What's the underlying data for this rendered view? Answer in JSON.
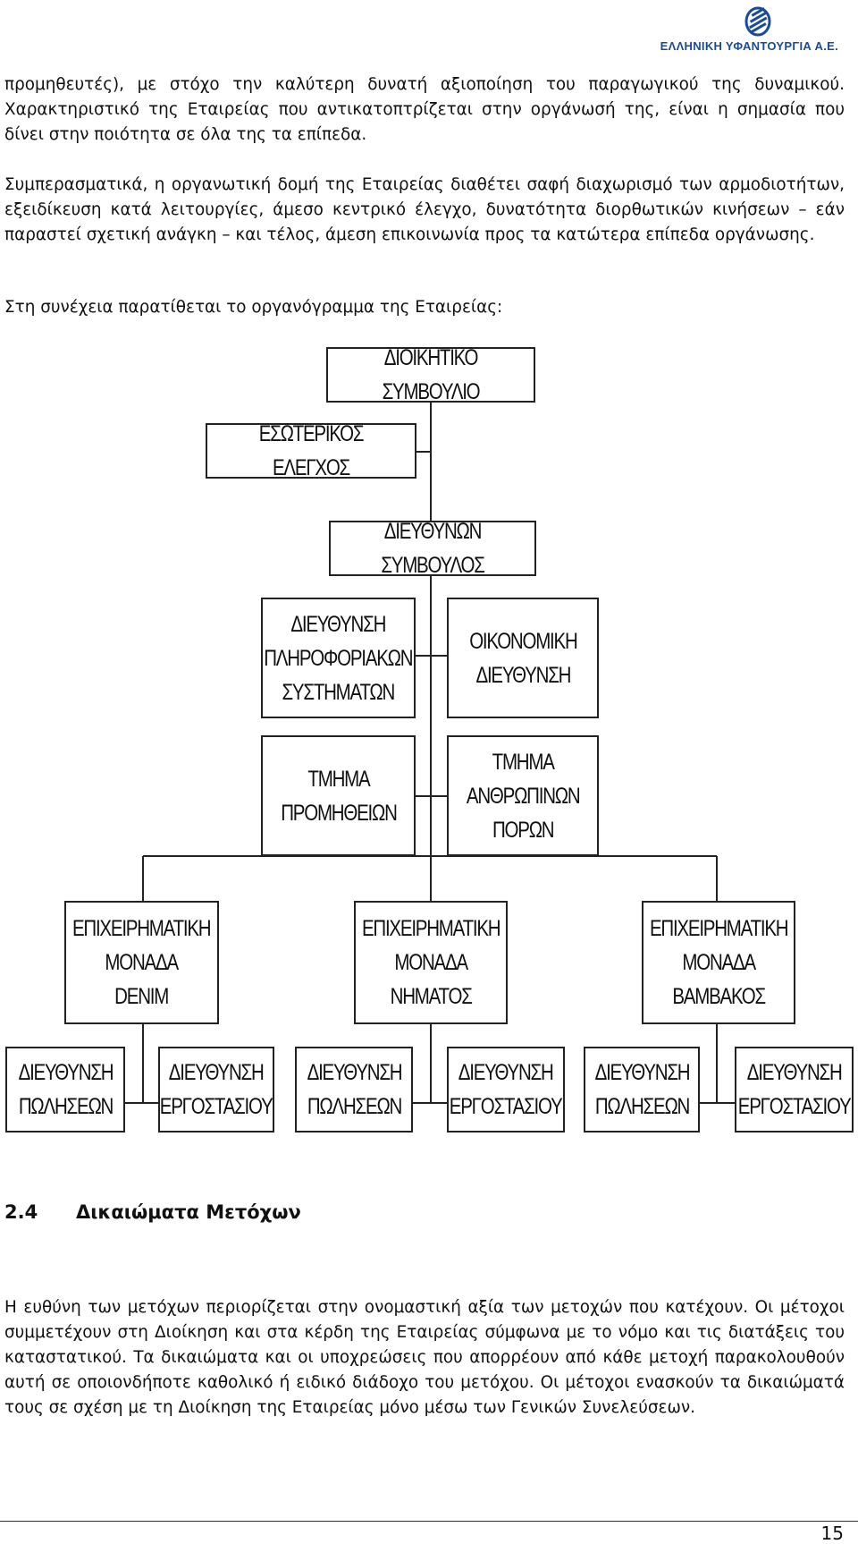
{
  "header": {
    "company": "ΕΛΛΗΝΙΚΗ ΥΦΑΝΤΟΥΡΓΙΑ Α.Ε."
  },
  "paragraphs": {
    "p1": "προμηθευτές), με στόχο την καλύτερη δυνατή αξιοποίηση του παραγωγικού της δυναμικού. Χαρακτηριστικό της Εταιρείας που αντικατοπτρίζεται στην οργάνωσή της, είναι η σημασία που δίνει στην ποιότητα σε όλα της τα επίπεδα.",
    "p2": "Συμπερασματικά, η οργανωτική δομή της Εταιρείας διαθέτει σαφή διαχωρισμό των αρμοδιοτήτων, εξειδίκευση κατά λειτουργίες, άμεσο κεντρικό έλεγχο, δυνατότητα διορθωτικών κινήσεων – εάν παραστεί σχετική ανάγκη – και τέλος, άμεση επικοινωνία προς τα κατώτερα επίπεδα οργάνωσης.",
    "p3": "Στη συνέχεια παρατίθεται το οργανόγραμμα της Εταιρείας:",
    "p4": "Η ευθύνη των μετόχων περιορίζεται στην ονομαστική αξία των μετοχών που κατέχουν. Οι μέτοχοι συμμετέχουν στη Διοίκηση και στα κέρδη της Εταιρείας σύμφωνα με το νόμο και τις διατάξεις του καταστατικού. Τα δικαιώματα και οι υποχρεώσεις που απορρέουν από κάθε μετοχή παρακολουθούν αυτή σε οποιονδήποτε καθολικό ή ειδικό διάδοχο του μετόχου. Οι μέτοχοι ενασκούν τα δικαιώματά τους σε σχέση με τη Διοίκηση της Εταιρείας μόνο μέσω των Γενικών Συνελεύσεων."
  },
  "org_chart": {
    "board": "ΔΙΟΙΚΗΤΙΚΟ ΣΥΜΒΟΥΛΙΟ",
    "internal_audit": "ΕΣΩΤΕΡΙΚΟΣ ΕΛΕΓΧΟΣ",
    "ceo": "ΔΙΕΥΘΥΝΩΝ ΣΥΜΒΟΥΛΟΣ",
    "it": "ΔΙΕΥΘΥΝΣΗ\nΠΛΗΡΟΦΟΡΙΑΚΩΝ\nΣΥΣΤΗΜΑΤΩΝ",
    "finance": "ΟΙΚΟΝΟΜΙΚΗ\nΔΙΕΥΘΥΝΣΗ",
    "procurement": "ΤΜΗΜΑ\nΠΡΟΜΗΘΕΙΩΝ",
    "hr": "ΤΜΗΜΑ\nΑΝΘΡΩΠΙΝΩΝ\nΠΟΡΩΝ",
    "unit_denim": "ΕΠΙΧΕΙΡΗΜΑΤΙΚΗ\nΜΟΝΑΔΑ\nDENIM",
    "unit_yarn": "ΕΠΙΧΕΙΡΗΜΑΤΙΚΗ\nΜΟΝΑΔΑ\nΝΗΜΑΤΟΣ",
    "unit_cotton": "ΕΠΙΧΕΙΡΗΜΑΤΙΚΗ\nΜΟΝΑΔΑ\nΒΑΜΒΑΚΟΣ",
    "denim_sales": "ΔΙΕΥΘΥΝΣΗ\nΠΩΛΗΣΕΩΝ",
    "denim_factory": "ΔΙΕΥΘΥΝΣΗ\nΕΡΓΟΣΤΑΣΙΟΥ",
    "yarn_sales": "ΔΙΕΥΘΥΝΣΗ\nΠΩΛΗΣΕΩΝ",
    "yarn_factory": "ΔΙΕΥΘΥΝΣΗ\nΕΡΓΟΣΤΑΣΙΟΥ",
    "cotton_sales": "ΔΙΕΥΘΥΝΣΗ\nΠΩΛΗΣΕΩΝ",
    "cotton_factory": "ΔΙΕΥΘΥΝΣΗ\nΕΡΓΟΣΤΑΣΙΟΥ"
  },
  "section": {
    "number": "2.4",
    "title": "Δικαιώματα Μετόχων"
  },
  "footer": {
    "page_number": "15"
  },
  "colors": {
    "logo_blue": "#1a4b9b",
    "text": "#111111"
  }
}
